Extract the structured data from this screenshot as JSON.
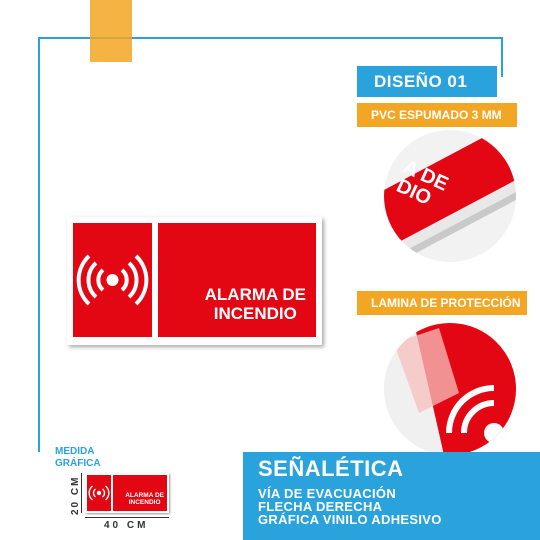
{
  "design_badge": "DISEÑO 01",
  "material_badge": "PVC ESPUMADO 3 MM",
  "lamination_badge": "LAMINA DE PROTECCIÓN",
  "zoom_detail_text": "A DE\nDIO",
  "sign": {
    "line1": "ALARMA DE",
    "line2": "INCENDIO",
    "icon": "alarm-broadcast-icon",
    "color": "#e30613"
  },
  "measure": {
    "label_line1": "MEDIDA",
    "label_line2": "GRÁFICA",
    "height": "20 CM",
    "width": "40 CM",
    "small_sign_line1": "ALARMA DE",
    "small_sign_line2": "INCENDIO"
  },
  "panel": {
    "title": "SEÑALÉTICA",
    "line1": "VÍA DE EVACUACIÓN",
    "line2": "FLECHA DERECHA",
    "line3": "GRÁFICA VINILO ADHESIVO"
  },
  "colors": {
    "accent": "#2aa3dc",
    "orange": "#f3a623",
    "red": "#e30613"
  }
}
